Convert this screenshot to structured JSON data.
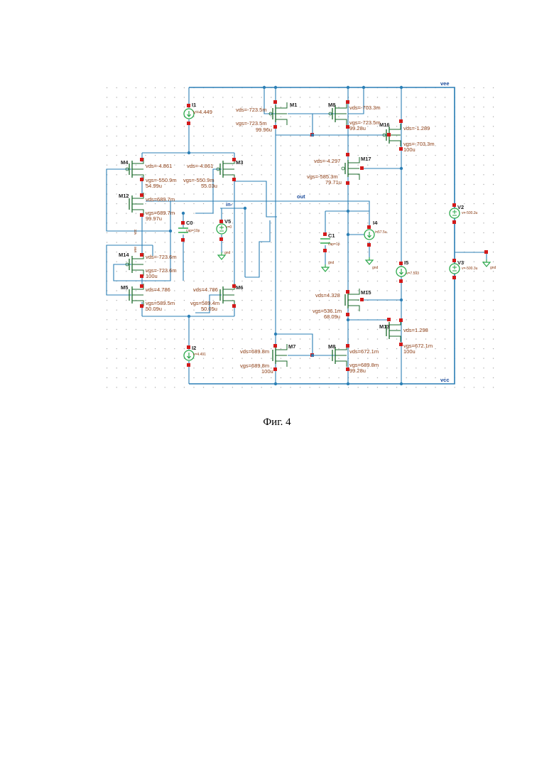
{
  "caption": "Фиг. 4",
  "nets": {
    "vee": "vee",
    "vcc": "vcc",
    "out": "out",
    "in": "in-",
    "gnd": "gnd"
  },
  "devices": {
    "M1": "M1",
    "M3": "M3",
    "M4": "M4",
    "M5": "M5",
    "M6": "M6",
    "M7": "M7",
    "M8a": "M8",
    "M8b": "M8",
    "M12": "M12",
    "M13": "M13",
    "M14": "M14",
    "M15": "M15",
    "M16": "M16",
    "M17": "M17",
    "I1": "I1",
    "I2": "I2",
    "I4": "I4",
    "I5": "I5",
    "V2": "V2",
    "V3": "V3",
    "V5": "V5",
    "C0": "C0",
    "C1": "C1"
  },
  "annotations": {
    "M1_vds": "vds=-723.5m",
    "M1_vgs": "vgs=-723.5m",
    "M1_id": "99.96u",
    "M8t_vds": "vds=-703.3m",
    "M8t_vgs": "vgs=-723.5m",
    "M8t_id": "99.28u",
    "M16_vds": "vds=-1.289",
    "M16_vgs": "vgs=-703.3m",
    "M16_id": "100u",
    "I1_v": "v=4.449",
    "M4_vds": "vds=-4.861",
    "M4_vgs": "vgs=-550.9m",
    "M4_id": "54.99u",
    "M3_vds": "vds=-4.861",
    "M3_vgs": "vgs=-550.9m",
    "M3_id": "55.03u",
    "M12_vds": "vds=689.7m",
    "M12_vgs": "vgs=689.7m",
    "M12_id": "99.97u",
    "M17_vds": "vds=-4.297",
    "M17_vgs": "vgs=-585.3m",
    "M17_id": "79.71u",
    "C0_val": "cap=10p",
    "C1_val": "cap=1p",
    "I4_val": "i=57.5u",
    "V2_val": "v=-500.3u",
    "V3_val": "v=-500.3u",
    "V5_val": "v=0",
    "M14_vds": "vds=-723.6m",
    "M14_vgs": "vgs=-723.6m",
    "M14_id": "100u",
    "M5_vds": "vds=4.786",
    "M5_vgs": "vgs=589.5m",
    "M5_id": "50.09u",
    "M6_vds": "vds=4.786",
    "M6_vgs": "vgs=589.4m",
    "M6_id": "50.05u",
    "I5_v": "v=7.593",
    "M15_vds": "vds=4.328",
    "M15_vgs": "vgs=536.1m",
    "M15_id": "68.09u",
    "M13_vds": "vds=1.298",
    "M13_vgs": "vgs=672.1m",
    "M13_id": "100u",
    "I2_v": "v=4.491",
    "M7_vds": "vds=689.8m",
    "M7_vgs": "vgs=689.8m",
    "M7_id": "100u",
    "M8b_vds": "vds=672.1m",
    "M8b_vgs": "vgs=689.8m",
    "M8b_id": "99.28u"
  }
}
